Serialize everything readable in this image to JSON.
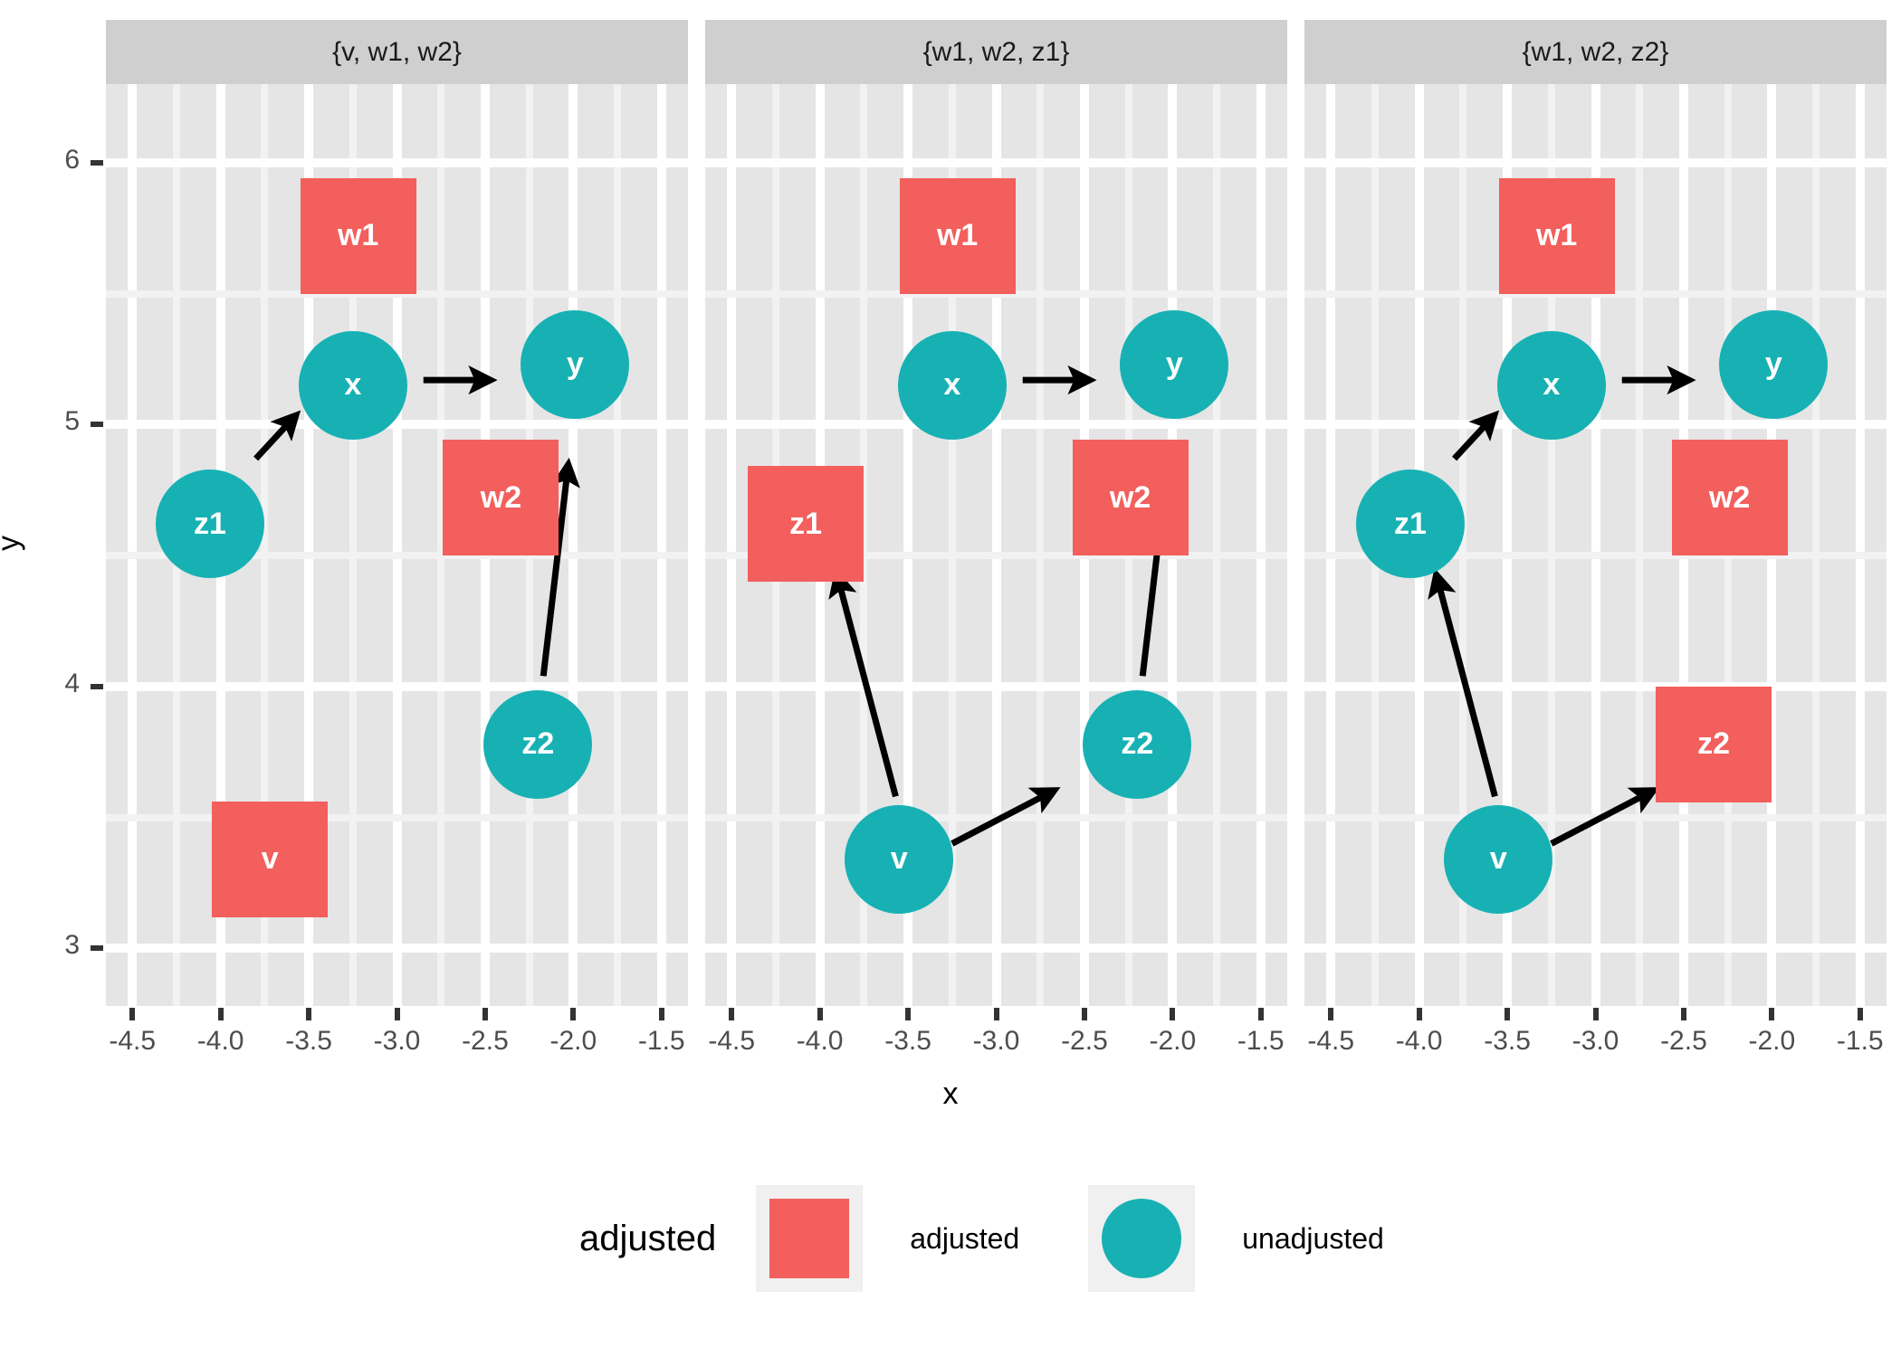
{
  "chart_data": {
    "type": "scatter",
    "title": "",
    "xlabel": "x",
    "ylabel": "y",
    "xlim": [
      -4.65,
      -1.35
    ],
    "ylim": [
      2.78,
      6.3
    ],
    "x_ticks": [
      "-4.5",
      "-4.0",
      "-3.5",
      "-3.0",
      "-2.5",
      "-2.0",
      "-1.5"
    ],
    "x_tick_values": [
      -4.5,
      -4.0,
      -3.5,
      -3.0,
      -2.5,
      -2.0,
      -1.5
    ],
    "y_ticks": [
      "6",
      "5",
      "4",
      "3"
    ],
    "y_tick_values": [
      6,
      5,
      4,
      3
    ],
    "grid": true,
    "facet_labels": [
      "{v, w1, w2}",
      "{w1, w2, z1}",
      "{w1, w2, z2}"
    ],
    "legend": {
      "title": "adjusted",
      "position": "bottom",
      "entries": [
        {
          "label": "adjusted",
          "shape": "square",
          "color": "#f25f5c"
        },
        {
          "label": "unadjusted",
          "shape": "circle",
          "color": "#17b1b4"
        }
      ]
    },
    "facets": [
      {
        "name": "{v, w1, w2}",
        "nodes": [
          {
            "id": "w1",
            "label": "w1",
            "x": -3.22,
            "y": 5.72,
            "status": "adjusted",
            "shape": "square"
          },
          {
            "id": "x",
            "label": "x",
            "x": -3.25,
            "y": 5.15,
            "status": "unadjusted",
            "shape": "circle"
          },
          {
            "id": "y",
            "label": "y",
            "x": -1.99,
            "y": 5.23,
            "status": "unadjusted",
            "shape": "circle"
          },
          {
            "id": "z1",
            "label": "z1",
            "x": -4.06,
            "y": 4.62,
            "status": "unadjusted",
            "shape": "circle"
          },
          {
            "id": "w2",
            "label": "w2",
            "x": -2.41,
            "y": 4.72,
            "status": "adjusted",
            "shape": "square"
          },
          {
            "id": "z2",
            "label": "z2",
            "x": -2.2,
            "y": 3.78,
            "status": "unadjusted",
            "shape": "circle"
          },
          {
            "id": "v",
            "label": "v",
            "x": -3.72,
            "y": 3.34,
            "status": "adjusted",
            "shape": "square"
          }
        ],
        "edges": [
          {
            "from": "z1",
            "to": "x",
            "x1": -3.8,
            "y1": 4.87,
            "x2": -3.58,
            "y2": 5.03
          },
          {
            "from": "x",
            "to": "y",
            "x1": -2.85,
            "y1": 5.17,
            "x2": -2.48,
            "y2": 5.17
          },
          {
            "from": "z2",
            "to": "w2",
            "x1": -2.17,
            "y1": 4.04,
            "x2": -2.03,
            "y2": 4.84
          }
        ]
      },
      {
        "name": "{w1, w2, z1}",
        "nodes": [
          {
            "id": "w1",
            "label": "w1",
            "x": -3.22,
            "y": 5.72,
            "status": "adjusted",
            "shape": "square"
          },
          {
            "id": "x",
            "label": "x",
            "x": -3.25,
            "y": 5.15,
            "status": "unadjusted",
            "shape": "circle"
          },
          {
            "id": "y",
            "label": "y",
            "x": -1.99,
            "y": 5.23,
            "status": "unadjusted",
            "shape": "circle"
          },
          {
            "id": "z1",
            "label": "z1",
            "x": -4.08,
            "y": 4.62,
            "status": "adjusted",
            "shape": "square"
          },
          {
            "id": "w2",
            "label": "w2",
            "x": -2.24,
            "y": 4.72,
            "status": "adjusted",
            "shape": "square"
          },
          {
            "id": "z2",
            "label": "z2",
            "x": -2.2,
            "y": 3.78,
            "status": "unadjusted",
            "shape": "circle"
          },
          {
            "id": "v",
            "label": "v",
            "x": -3.55,
            "y": 3.34,
            "status": "unadjusted",
            "shape": "circle"
          }
        ],
        "edges": [
          {
            "from": "x",
            "to": "y",
            "x1": -2.85,
            "y1": 5.17,
            "x2": -2.48,
            "y2": 5.17
          },
          {
            "from": "v",
            "to": "z1",
            "x1": -3.57,
            "y1": 3.58,
            "x2": -3.9,
            "y2": 4.42
          },
          {
            "from": "v",
            "to": "z2",
            "x1": -3.25,
            "y1": 3.4,
            "x2": -2.68,
            "y2": 3.6
          },
          {
            "from": "z2",
            "to": "w2",
            "x1": -2.17,
            "y1": 4.04,
            "x2": -2.03,
            "y2": 4.84
          }
        ]
      },
      {
        "name": "{w1, w2, z2}",
        "nodes": [
          {
            "id": "w1",
            "label": "w1",
            "x": -3.22,
            "y": 5.72,
            "status": "adjusted",
            "shape": "square"
          },
          {
            "id": "x",
            "label": "x",
            "x": -3.25,
            "y": 5.15,
            "status": "unadjusted",
            "shape": "circle"
          },
          {
            "id": "y",
            "label": "y",
            "x": -1.99,
            "y": 5.23,
            "status": "unadjusted",
            "shape": "circle"
          },
          {
            "id": "z1",
            "label": "z1",
            "x": -4.05,
            "y": 4.62,
            "status": "unadjusted",
            "shape": "circle"
          },
          {
            "id": "w2",
            "label": "w2",
            "x": -2.24,
            "y": 4.72,
            "status": "adjusted",
            "shape": "square"
          },
          {
            "id": "z2",
            "label": "z2",
            "x": -2.33,
            "y": 3.78,
            "status": "adjusted",
            "shape": "square"
          },
          {
            "id": "v",
            "label": "v",
            "x": -3.55,
            "y": 3.34,
            "status": "unadjusted",
            "shape": "circle"
          }
        ],
        "edges": [
          {
            "from": "z1",
            "to": "x",
            "x1": -3.8,
            "y1": 4.87,
            "x2": -3.58,
            "y2": 5.03
          },
          {
            "from": "x",
            "to": "y",
            "x1": -2.85,
            "y1": 5.17,
            "x2": -2.48,
            "y2": 5.17
          },
          {
            "from": "v",
            "to": "z1",
            "x1": -3.57,
            "y1": 3.58,
            "x2": -3.9,
            "y2": 4.42
          },
          {
            "from": "v",
            "to": "z2",
            "x1": -3.25,
            "y1": 3.4,
            "x2": -2.68,
            "y2": 3.6
          }
        ]
      }
    ]
  },
  "colors": {
    "adjusted": "#f25f5c",
    "unadjusted": "#17b1b4",
    "panel_bg": "#e5e5e5",
    "strip_bg": "#cfcfcf",
    "grid_major": "#ffffff",
    "grid_minor": "#f2f2f2",
    "edge": "#000000",
    "axis_text": "#4d4d4d"
  }
}
